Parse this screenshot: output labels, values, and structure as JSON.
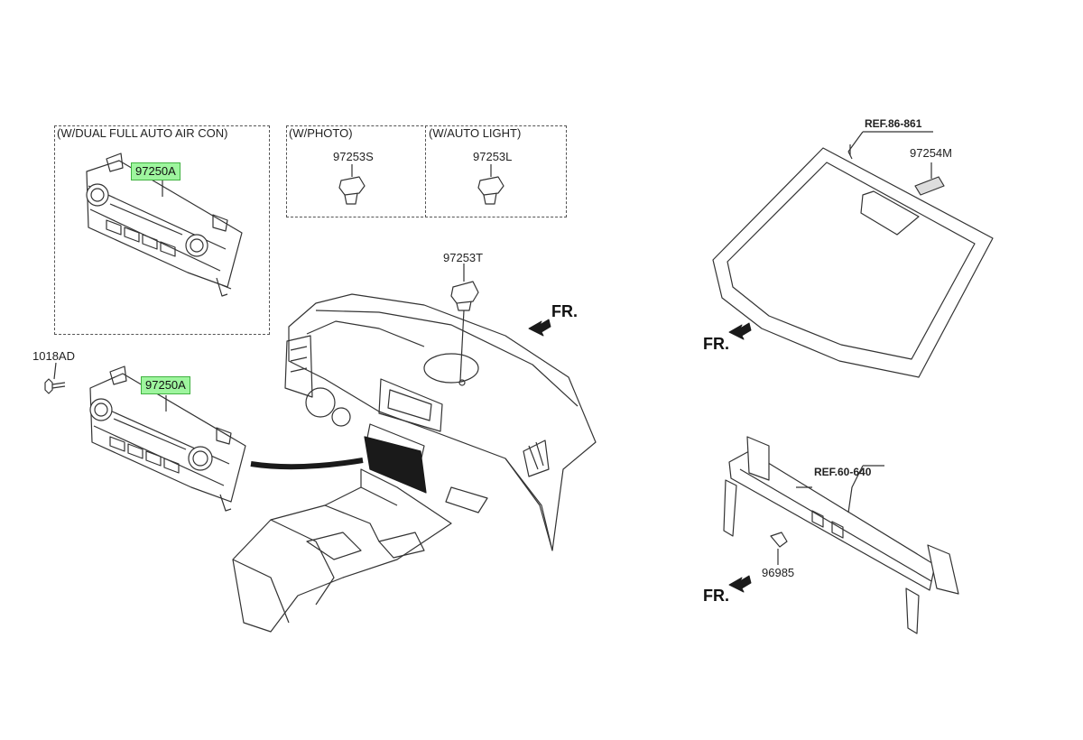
{
  "diagram": {
    "options": [
      {
        "label": "(W/DUAL FULL AUTO AIR CON)"
      },
      {
        "label": "(W/PHOTO)"
      },
      {
        "label": "(W/AUTO LIGHT)"
      }
    ],
    "parts": {
      "p97250A_top": "97250A",
      "p97250A_main": "97250A",
      "p1018AD": "1018AD",
      "p97253S": "97253S",
      "p97253L": "97253L",
      "p97253T": "97253T",
      "p97254M": "97254M",
      "p96985": "96985"
    },
    "refs": {
      "windshield": "REF.86-861",
      "crossbar": "REF.60-640"
    },
    "direction": "FR.",
    "colors": {
      "highlight_fill": "#9ef59e",
      "highlight_border": "#41b341",
      "line": "#333333"
    }
  }
}
